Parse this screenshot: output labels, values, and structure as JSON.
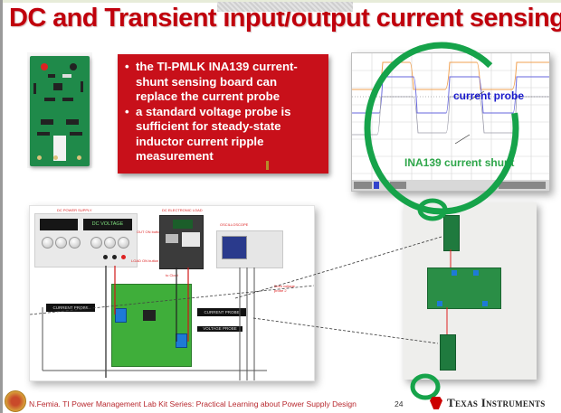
{
  "slide": {
    "title": "DC and Transient input/output current sensing",
    "bullets": [
      "the TI-PMLK INA139 current-shunt sensing board can replace the current probe",
      "a standard voltage probe is sufficient for steady-state inductor current ripple measurement"
    ],
    "scope_annotations": {
      "current_probe": "current probe",
      "shunt": "INA139 current shunt"
    },
    "setup_diagram": {
      "dc_power_supply": "DC POWER SUPPLY",
      "dc_voltage": "DC VOLTAGE",
      "out_on_button": "OUT ON button",
      "dc_electronic_load": "DC ELECTRONIC LOAD",
      "load_on_button": "LOAD ON button",
      "oscilloscope": "OSCILLOSCOPE",
      "to_clout": "to Clout",
      "probe_label": "5mm voltage probe 2",
      "current_probe_1": "CURRENT PROBE",
      "current_probe_2": "CURRENT PROBE",
      "voltage_probe": "VOLTAGE PROBE"
    },
    "colors": {
      "title": "#c0000c",
      "box": "#c8101a",
      "probe_blue": "#1a1acc",
      "shunt_green": "#2ea64a",
      "annotation_green": "#16a34a"
    }
  },
  "footer": {
    "credit": "N.Femia. TI Power Management Lab Kit Series: Practical Learning about Power Supply Design",
    "page_number": "24",
    "brand": "Texas Instruments"
  }
}
